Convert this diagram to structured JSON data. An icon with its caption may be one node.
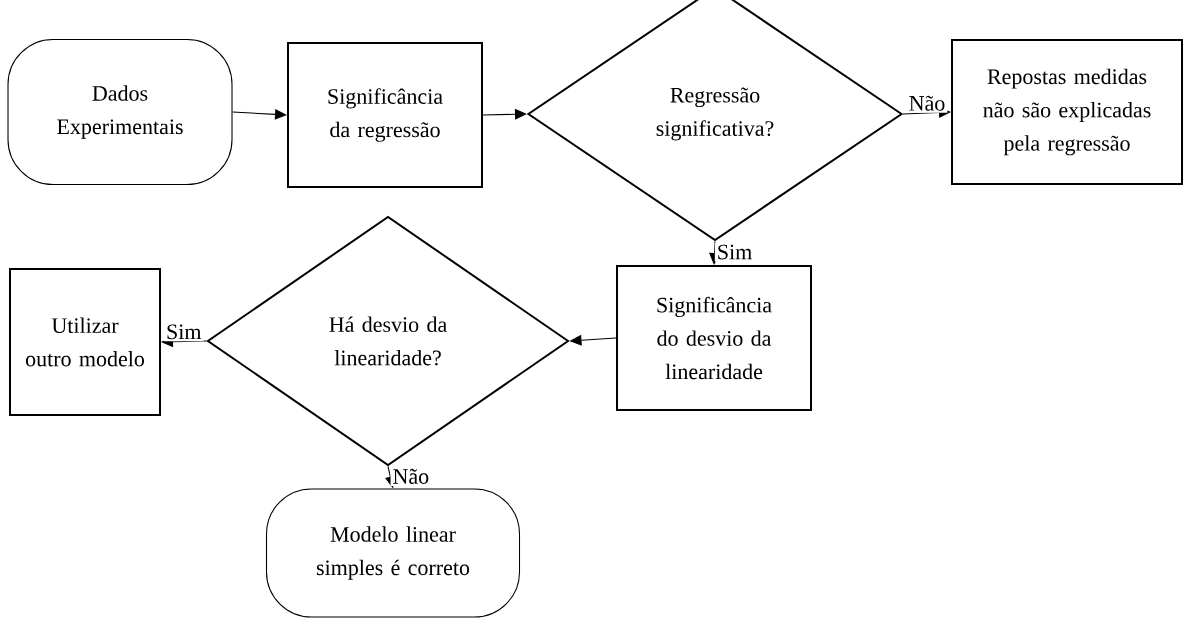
{
  "diagram": {
    "nodes": [
      {
        "text": [
          "Dados Experimentais"
        ]
      },
      {
        "text": [
          "Significância da regressão"
        ]
      },
      {
        "text": [
          "Regressão significativa?"
        ]
      },
      {
        "text": [
          "Repostas medidas não são explicadas pela regressão"
        ]
      },
      {
        "text": [
          "Significância do desvio da linearidade"
        ]
      },
      {
        "text": [
          "Há desvio da linearidade?"
        ]
      },
      {
        "text": [
          "Utilizar outro modelo"
        ]
      },
      {
        "text": [
          "Modelo linear simples é correto"
        ]
      }
    ],
    "edges": [
      {
        "from": 0,
        "to": 1,
        "arrow": "to"
      },
      {
        "from": 1,
        "to": 2,
        "arrow": "to"
      },
      {
        "from": 2,
        "to": 3,
        "arrow": "to",
        "label": "Não"
      },
      {
        "from": 2,
        "to": 4,
        "arrow": "to",
        "label": "Sim"
      },
      {
        "from": 4,
        "to": 5,
        "arrow": "to"
      },
      {
        "from": 5,
        "to": 6,
        "arrow": "to",
        "label": "Sim"
      },
      {
        "from": 5,
        "to": 7,
        "arrow": "to",
        "label": "Não"
      }
    ]
  }
}
